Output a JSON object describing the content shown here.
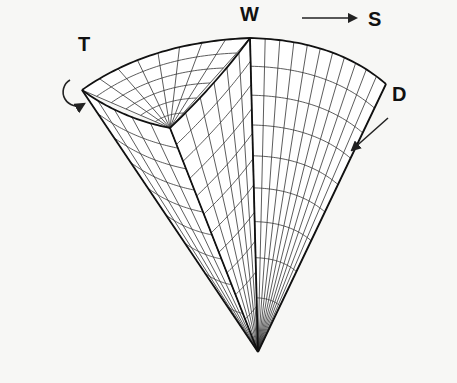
{
  "diagram": {
    "labels": [
      "T",
      "W",
      "S",
      "D"
    ]
  }
}
